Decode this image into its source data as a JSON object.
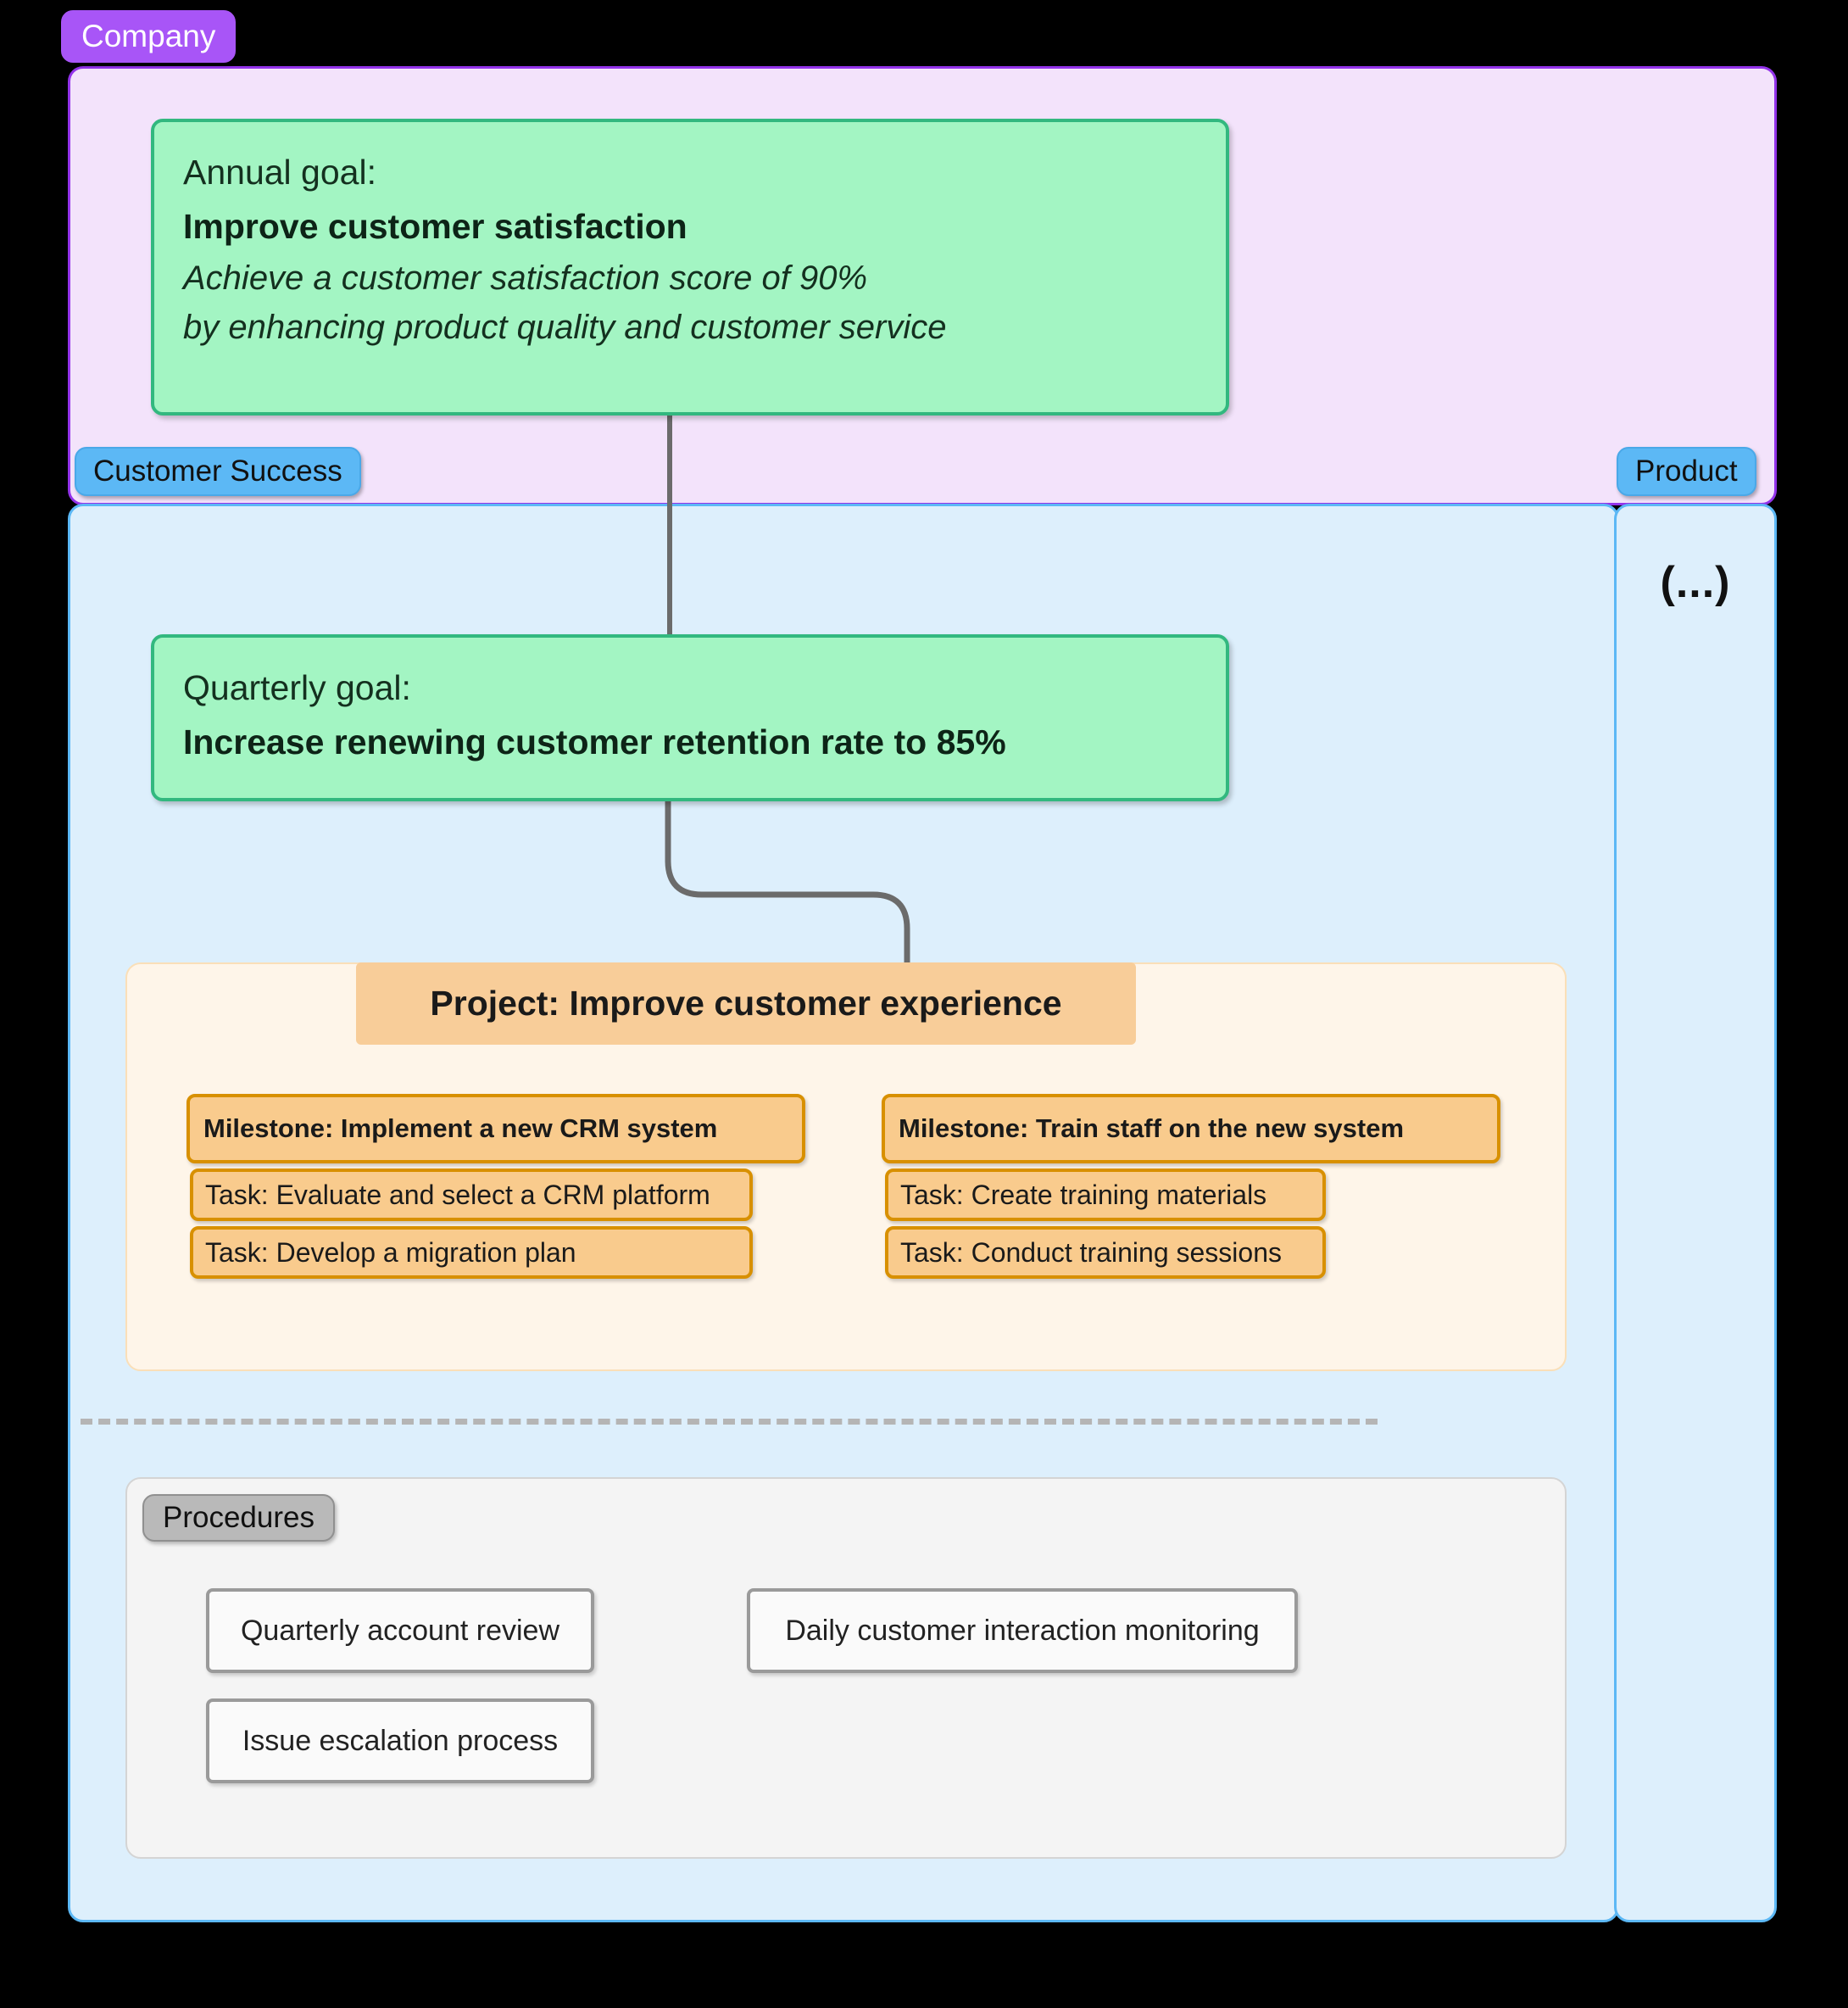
{
  "company": {
    "label": "Company"
  },
  "teams": {
    "customer_success": {
      "label": "Customer Success"
    },
    "product": {
      "label": "Product",
      "collapsed_indicator": "(...)"
    }
  },
  "annual_goal": {
    "kind": "Annual goal:",
    "title": "Improve customer satisfaction",
    "description_line1": "Achieve a customer satisfaction score of 90%",
    "description_line2": "by enhancing product quality and customer service"
  },
  "quarterly_goal": {
    "kind": "Quarterly goal:",
    "title": "Increase renewing customer retention rate to 85%"
  },
  "project": {
    "title": "Project: Improve customer experience",
    "milestones": [
      {
        "title": "Milestone: Implement a new CRM system",
        "tasks": [
          "Task: Evaluate and select a CRM platform",
          "Task: Develop a migration plan"
        ]
      },
      {
        "title": "Milestone: Train staff on the new system",
        "tasks": [
          "Task: Create training materials",
          "Task: Conduct training sessions"
        ]
      }
    ]
  },
  "procedures": {
    "label": "Procedures",
    "items": [
      "Quarterly account review",
      "Daily customer interaction monitoring",
      "Issue escalation process"
    ]
  },
  "colors": {
    "company_badge": "#a855f7",
    "company_fill": "#f3e3fb",
    "team_badge": "#5cb8f5",
    "team_fill": "#ddeffc",
    "goal_fill": "#a3f5c3",
    "goal_border": "#32b87f",
    "project_fill": "#fef5e9",
    "project_header_fill": "#f8cd99",
    "milestone_fill": "#f9cb8d",
    "milestone_border": "#d89000",
    "procedures_badge": "#b9b9b9",
    "procedures_fill": "#f4f4f4",
    "connector": "#6b6b6b"
  }
}
